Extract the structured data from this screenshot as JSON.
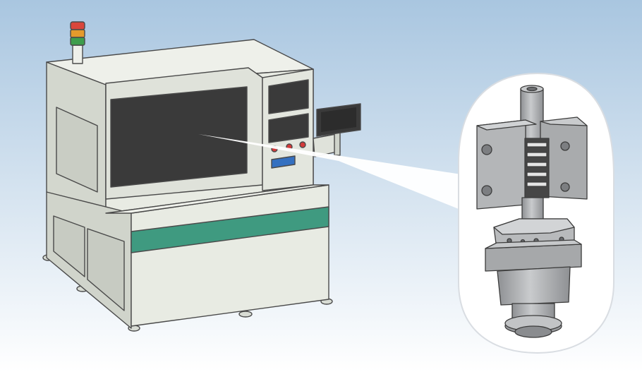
{
  "scene": {
    "subject": "industrial-machine-with-magnified-component-callout",
    "colors": {
      "background_top": "#a9c6e0",
      "background_bottom": "#ffffff",
      "machine_body": "#e8ebe3",
      "machine_shade": "#d3d7ce",
      "machine_outline": "#4a4a4a",
      "screen": "#3a3a3a",
      "green_band": "#3f9a80",
      "metal": "#b4b6b8",
      "metal_dark": "#8e9093",
      "indicator_red": "#d9463b",
      "indicator_orange": "#e59a2c",
      "indicator_green": "#3e9d4c",
      "button_red": "#d33a3a",
      "button_blue": "#3470c0"
    },
    "signal_tower_lights": [
      "red",
      "orange",
      "green"
    ],
    "control_buttons": [
      "red",
      "red",
      "red"
    ]
  }
}
